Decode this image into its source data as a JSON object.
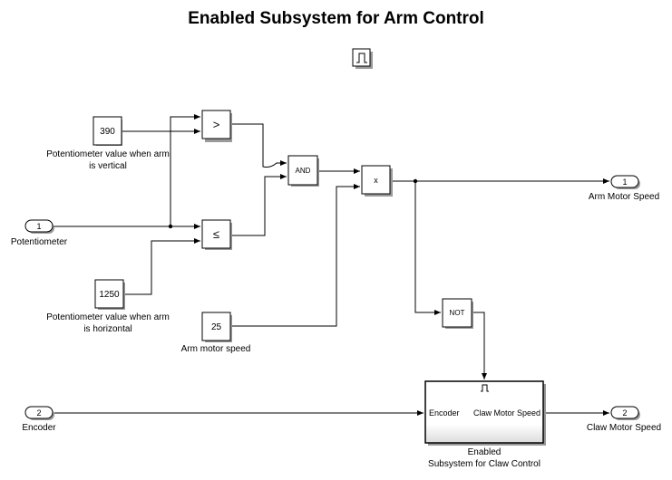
{
  "title": "Enabled Subsystem for Arm Control",
  "enable_icon": "pulse-enable-icon",
  "constants": {
    "vertical": {
      "value": "390",
      "label_line1": "Potentiometer value when arm",
      "label_line2": "is vertical"
    },
    "horizontal": {
      "value": "1250",
      "label_line1": "Potentiometer value when arm",
      "label_line2": "is horizontal"
    },
    "speed": {
      "value": "25",
      "label": "Arm motor speed"
    }
  },
  "operators": {
    "greater": ">",
    "less_equal": "≤",
    "and": "AND",
    "product": "x",
    "not": "NOT"
  },
  "inports": [
    {
      "number": "1",
      "label": "Potentiometer"
    },
    {
      "number": "2",
      "label": "Encoder"
    }
  ],
  "outports": [
    {
      "number": "1",
      "label": "Arm Motor Speed"
    },
    {
      "number": "2",
      "label": "Claw Motor Speed"
    }
  ],
  "subsystem": {
    "input_port": "Encoder",
    "output_port": "Claw Motor Speed",
    "label_line1": "Enabled",
    "label_line2": "Subsystem for Claw Control"
  },
  "colors": {
    "line": "#000000",
    "background": "#ffffff",
    "shadow": "#9a9a9a"
  }
}
